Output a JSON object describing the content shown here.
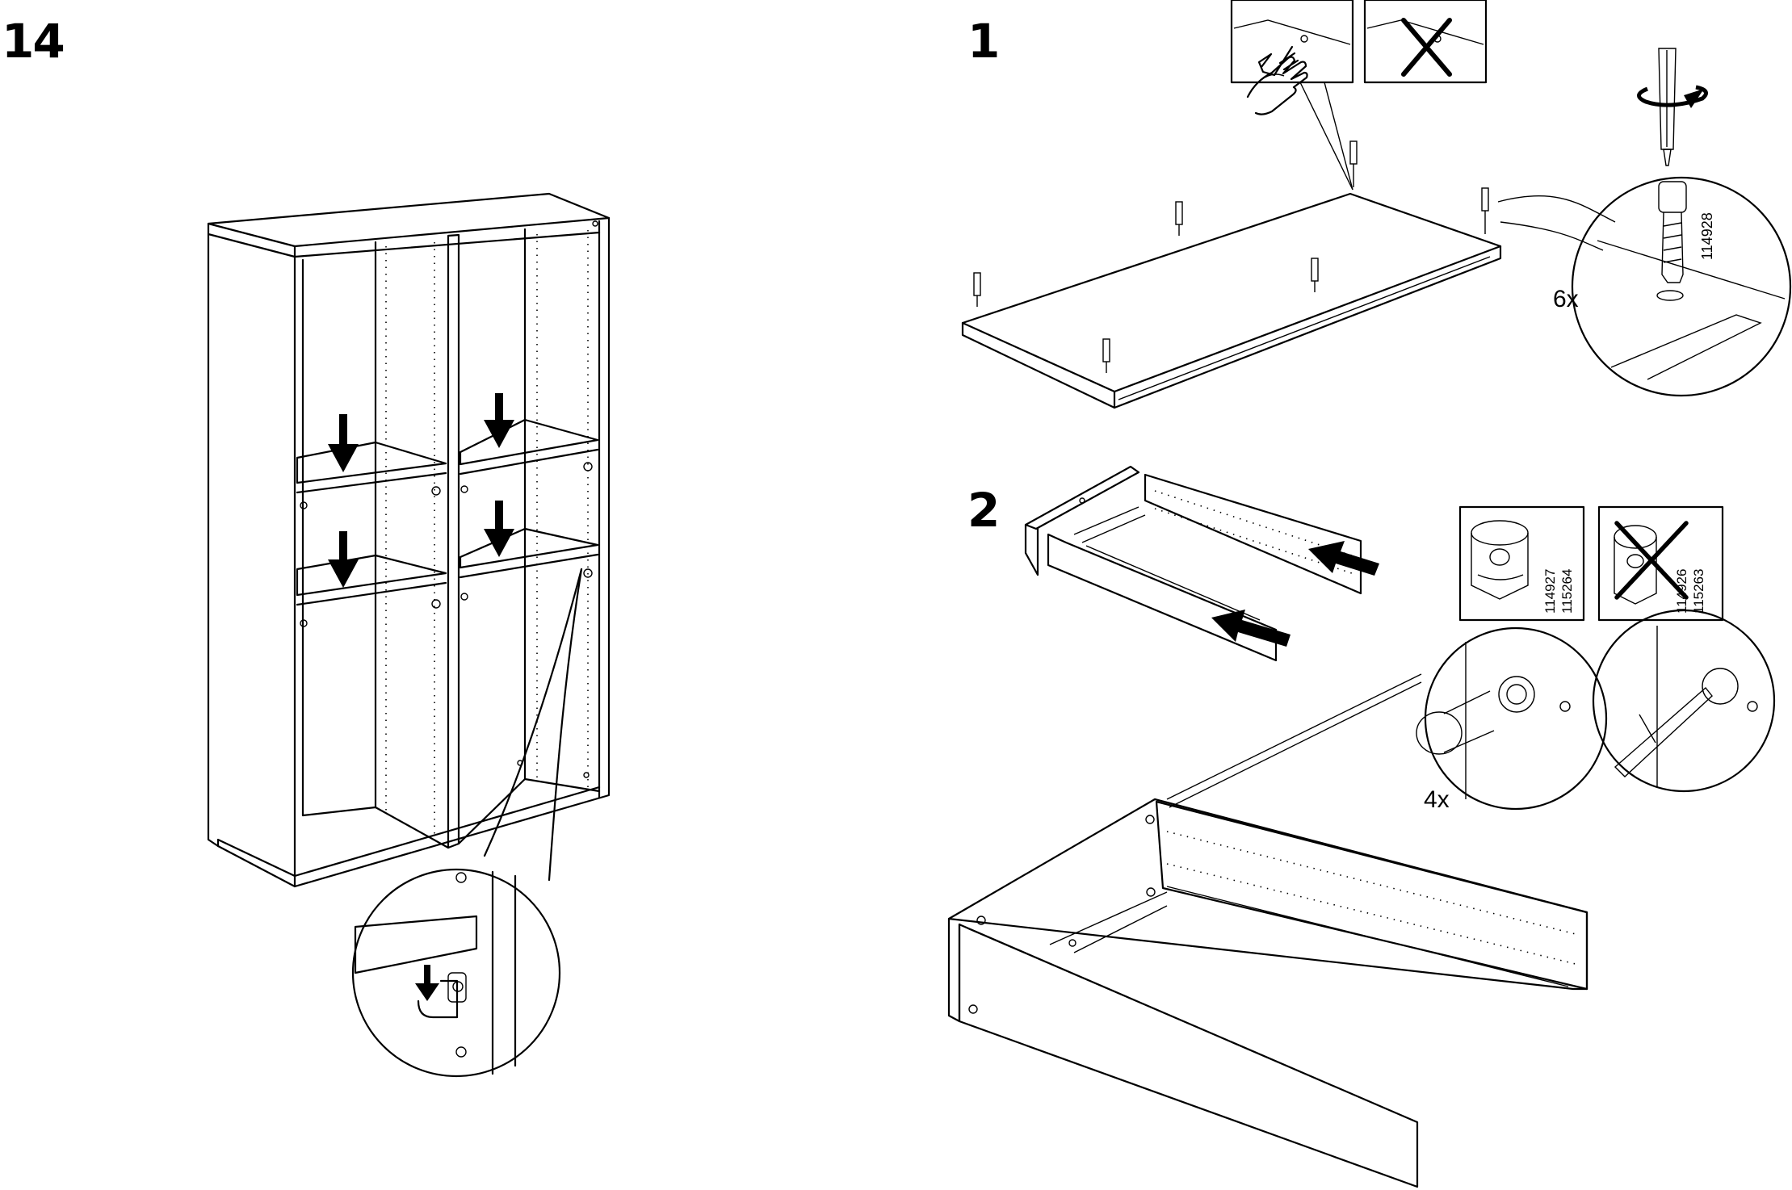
{
  "steps": {
    "left": "14",
    "right_top": "1",
    "right_middle": "2"
  },
  "callouts": {
    "dowel_qty": "6x",
    "dowel_part": "114928",
    "cam_qty": "4x",
    "cam_part_ok": [
      "114927",
      "115264"
    ],
    "cam_part_wrong": [
      "114926",
      "115263"
    ]
  },
  "icons": [
    "arrow-down-icon",
    "arrow-left-icon",
    "rotate-icon",
    "cross-icon",
    "hand-icon"
  ]
}
